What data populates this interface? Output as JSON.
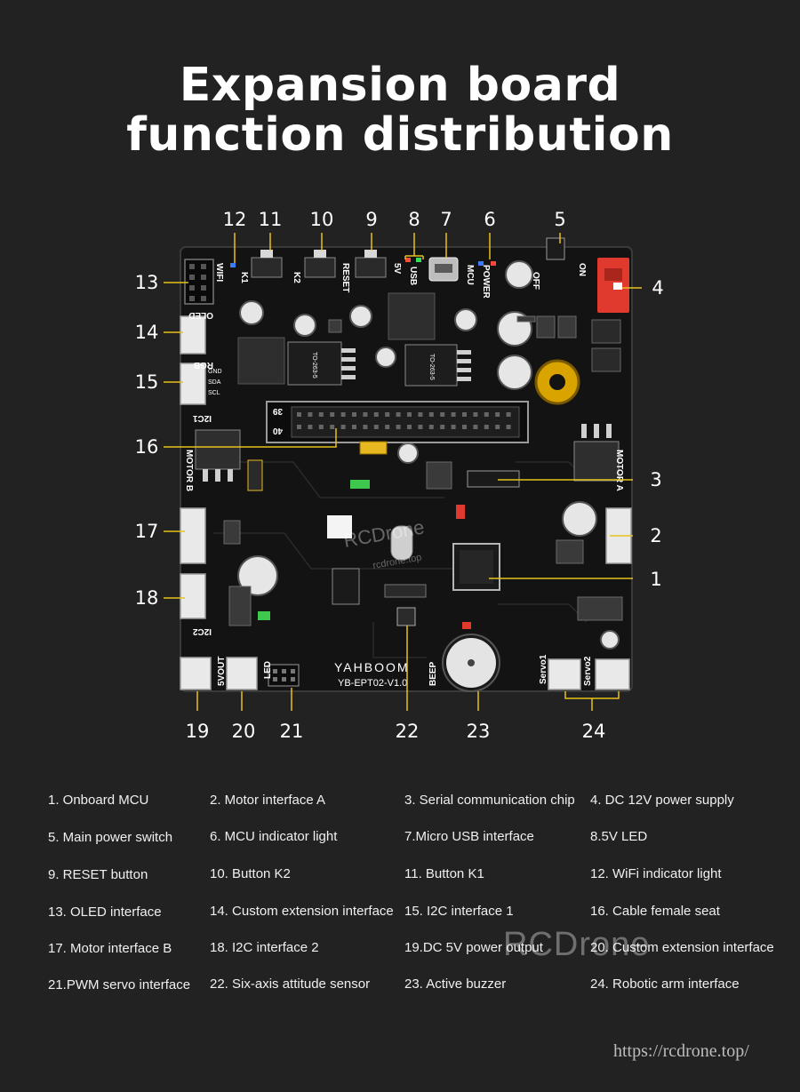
{
  "title": {
    "line1": "Expansion board",
    "line2": "function distribution"
  },
  "board": {
    "brand": "YAHBOOM",
    "model": "YB-EPT02-V1.0",
    "silkscreen": {
      "k1": "K1",
      "k2": "K2",
      "reset": "RESET",
      "usb": "USB",
      "mcu": "MCU",
      "power": "POWER",
      "wifi": "WIFI",
      "oled": "OLED",
      "rgb": "RGB",
      "i2c1": "I2C1",
      "i2c2": "I2C2",
      "motor_a": "MOTOR A",
      "motor_b": "MOTOR B",
      "vout": "5VOUT",
      "led": "LED",
      "beep": "BEEP",
      "servo1": "Servo1",
      "servo2": "Servo2",
      "pin39": "39",
      "pin40": "40",
      "to263a": "TO-263-5",
      "to263b": "TO-263-5",
      "on": "ON",
      "off": "OFF",
      "v5": "5V",
      "gnd": "GND",
      "sda": "SDA",
      "scl": "SCL"
    },
    "watermark": "RCDrone",
    "watermark_url": "rcdrone.top"
  },
  "callouts": [
    "1",
    "2",
    "3",
    "4",
    "5",
    "6",
    "7",
    "8",
    "9",
    "10",
    "11",
    "12",
    "13",
    "14",
    "15",
    "16",
    "17",
    "18",
    "19",
    "20",
    "21",
    "22",
    "23",
    "24"
  ],
  "legend": [
    "1. Onboard MCU",
    "2. Motor interface A",
    "3. Serial communication chip",
    "4. DC 12V power supply",
    "5. Main power switch",
    "6. MCU indicator light",
    "7.Micro USB interface",
    "8.5V LED",
    "9. RESET button",
    "10. Button K2",
    "11. Button K1",
    "12. WiFi indicator light",
    "13. OLED interface",
    "14. Custom extension interface",
    "15. I2C interface 1",
    "16. Cable female seat",
    "17. Motor interface B",
    "18. I2C interface 2",
    "19.DC 5V power output",
    "20. Custom extension interface",
    "21.PWM servo interface",
    "22. Six-axis attitude sensor",
    "23. Active buzzer",
    "24. Robotic arm interface"
  ],
  "watermark": "RCDrone",
  "url": "https://rcdrone.top/",
  "colors": {
    "background": "#222222",
    "board": "#141414",
    "callout_line": "#e8c21b",
    "text": "#ffffff",
    "power_connector": "#e03a2f"
  }
}
